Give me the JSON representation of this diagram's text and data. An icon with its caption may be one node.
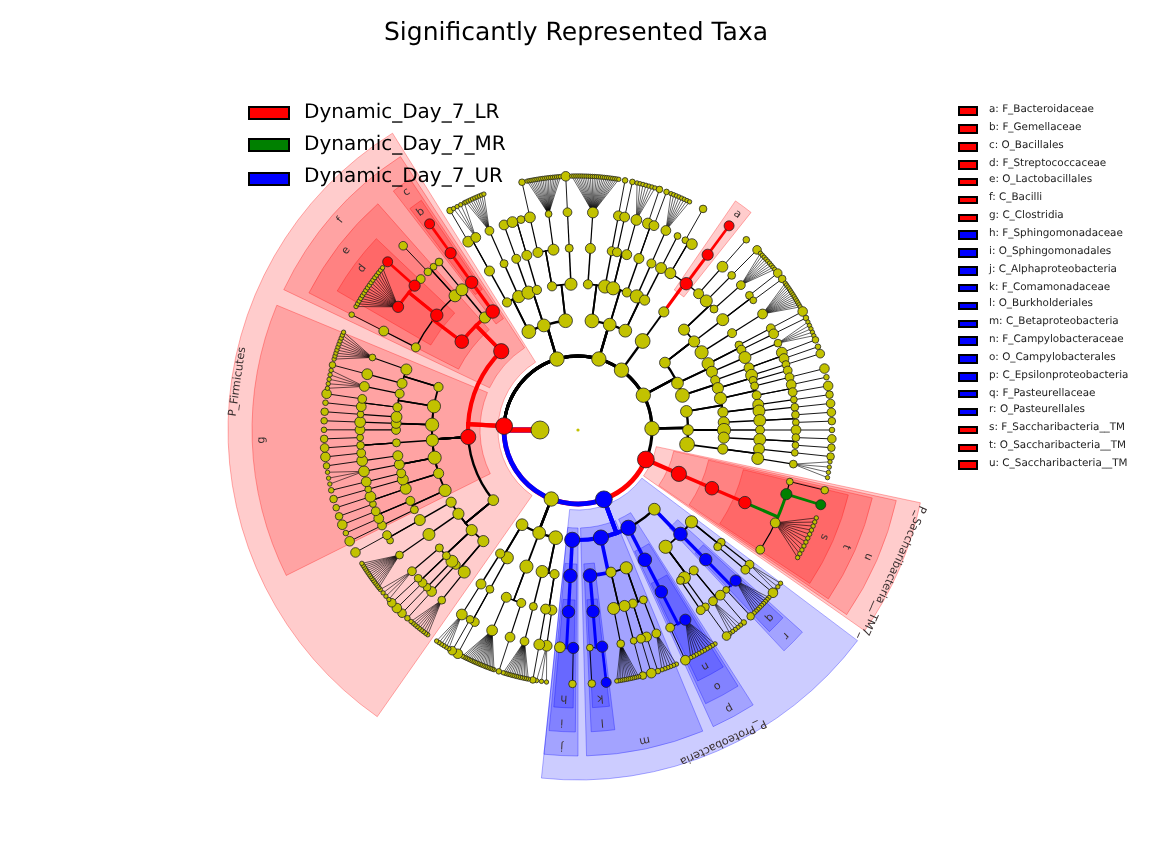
{
  "diagram": {
    "title": "Significantly Represented Taxa",
    "labels": [
      "a",
      "b",
      "c",
      "d",
      "e",
      "f",
      "g",
      "h",
      "i",
      "j",
      "k",
      "l",
      "m",
      "n",
      "o",
      "p",
      "q",
      "r",
      "s",
      "t",
      "u",
      "P_Firmicutes",
      "P_Proteobacteria",
      "P_Saccharibacteria__TM7_"
    ],
    "legend": [
      {
        "text": "Dynamic_Day_7_LR",
        "color": "#ff0000"
      },
      {
        "text": "Dynamic_Day_7_MR",
        "color": "#008000"
      },
      {
        "text": "Dynamic_Day_7_UR",
        "color": "#0000ff"
      },
      {
        "text": "a: F_Bacteroidaceae",
        "color": "#ff0000"
      },
      {
        "text": "b: F_Gemellaceae",
        "color": "#ff0000"
      },
      {
        "text": "c: O_Bacillales",
        "color": "#ff0000"
      },
      {
        "text": "d: F_Streptococcaceae",
        "color": "#ff0000"
      },
      {
        "text": "e: O_Lactobacillales",
        "color": "#ff0000"
      },
      {
        "text": "f: C_Bacilli",
        "color": "#ff0000"
      },
      {
        "text": "g: C_Clostridia",
        "color": "#ff0000"
      },
      {
        "text": "h: F_Sphingomonadaceae",
        "color": "#0000ff"
      },
      {
        "text": "i: O_Sphingomonadales",
        "color": "#0000ff"
      },
      {
        "text": "j: C_Alphaproteobacteria",
        "color": "#0000ff"
      },
      {
        "text": "k: F_Comamonadaceae",
        "color": "#0000ff"
      },
      {
        "text": "l: O_Burkholderiales",
        "color": "#0000ff"
      },
      {
        "text": "m: C_Betaproteobacteria",
        "color": "#0000ff"
      },
      {
        "text": "n: F_Campylobacteraceae",
        "color": "#0000ff"
      },
      {
        "text": "o: O_Campylobacterales",
        "color": "#0000ff"
      },
      {
        "text": "p: C_Epsilonproteobacteria",
        "color": "#0000ff"
      },
      {
        "text": "q: F_Pasteurellaceae",
        "color": "#0000ff"
      },
      {
        "text": "r: O_Pasteurellales",
        "color": "#0000ff"
      },
      {
        "text": "s: F_Saccharibacteria__TM",
        "color": "#ff0000"
      },
      {
        "text": "t: O_Saccharibacteria__TM",
        "color": "#ff0000"
      },
      {
        "text": "u: C_Saccharibacteria__TM",
        "color": "#ff0000"
      }
    ]
  }
}
